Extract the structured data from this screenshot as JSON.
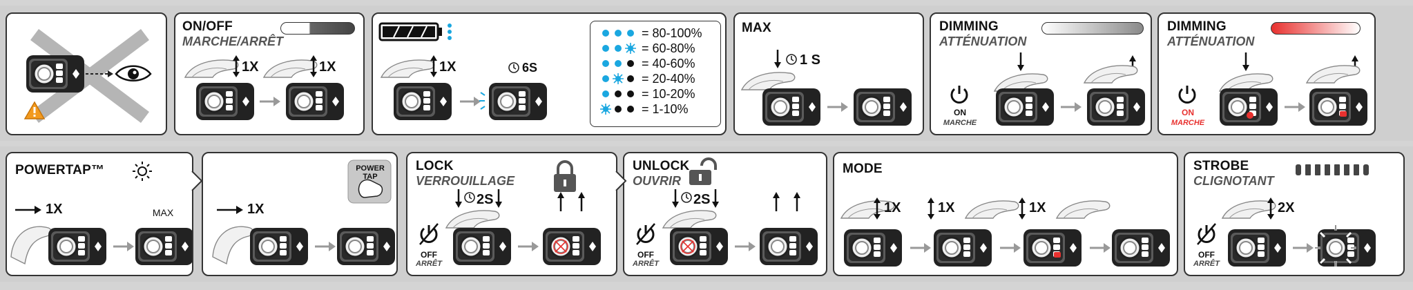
{
  "p_onoff": {
    "title": "ON/OFF",
    "sub": "MARCHE/ARRÊT",
    "tap1": "1X",
    "tap2": "1X"
  },
  "p_battery": {
    "tap": "1X",
    "time": "6S",
    "levels": [
      {
        "text": "= 80-100%"
      },
      {
        "text": "= 60-80%"
      },
      {
        "text": "= 40-60%"
      },
      {
        "text": "= 20-40%"
      },
      {
        "text": "= 10-20%"
      },
      {
        "text": "= 1-10%"
      }
    ]
  },
  "p_max": {
    "title": "MAX",
    "time": "1 S"
  },
  "p_dim1": {
    "title": "DIMMING",
    "sub": "ATTÉNUATION",
    "on": "ON",
    "marche": "MARCHE"
  },
  "p_dim2": {
    "title": "DIMMING",
    "sub": "ATTÉNUATION",
    "on": "ON",
    "marche": "MARCHE"
  },
  "p_powertap": {
    "title": "POWERTAP™",
    "tap": "1X",
    "max": "MAX"
  },
  "p_powertap2": {
    "tap": "1X",
    "badge_line1": "POWER",
    "badge_line2": "TAP"
  },
  "p_lock": {
    "title": "LOCK",
    "sub": "VERROUILLAGE",
    "time": "2S",
    "off": "OFF",
    "arret": "ARRÊT"
  },
  "p_unlock": {
    "title": "UNLOCK",
    "sub": "OUVRIR",
    "time": "2S",
    "off": "OFF",
    "arret": "ARRÊT"
  },
  "p_mode": {
    "title": "MODE",
    "tap1": "1X",
    "tap2": "1X",
    "tap3": "1X"
  },
  "p_strobe": {
    "title": "STROBE",
    "sub": "CLIGNOTANT",
    "tap": "2X",
    "off": "OFF",
    "arret": "ARRÊT"
  },
  "colors": {
    "blue": "#1aa7e0",
    "red": "#e8312f",
    "dark": "#222222",
    "grey": "#9a9a9a"
  }
}
